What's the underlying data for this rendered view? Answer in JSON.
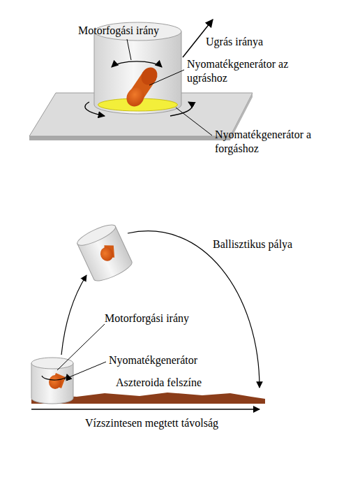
{
  "diagram": {
    "labels": [
      "Motorfogási irány",
      "Ugrás iránya",
      "Nyomatékgenerátor az ugráshoz",
      "Nyomatékgenerátor a forgáshoz",
      "Ballisztikus pálya",
      "Motorforgási irány",
      "Nyomatékgenerátor",
      "Aszteroida felszíne",
      "Vízszintesen megtett távolság"
    ]
  }
}
